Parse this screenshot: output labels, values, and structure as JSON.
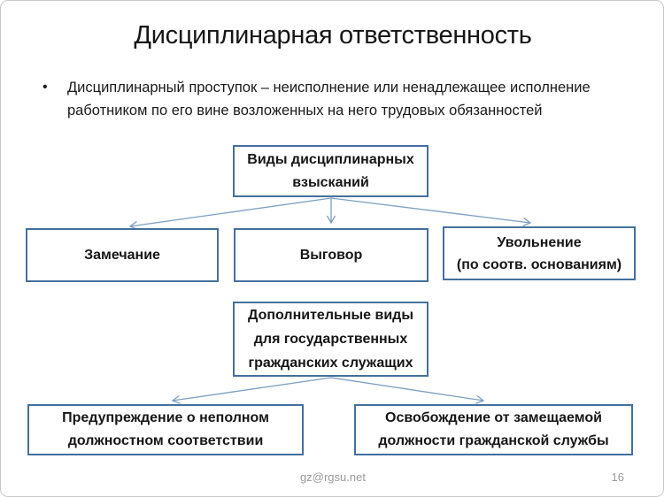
{
  "slide": {
    "title": "Дисциплинарная ответственность",
    "bullet": {
      "marker": "•",
      "lines": [
        "Дисциплинарный проступок – неисполнение или ненадлежащее исполнение",
        "работником по его вине возложенных на него трудовых обязанностей"
      ]
    },
    "footer": {
      "email": "gz@rgsu.net",
      "page_number": "16"
    }
  },
  "diagram": {
    "boxes": {
      "types": {
        "lines": [
          "Виды дисциплинарных",
          "взысканий"
        ]
      },
      "remark": {
        "label": "Замечание"
      },
      "reprimand": {
        "label": "Выговор"
      },
      "dismissal": {
        "lines": [
          "Увольнение",
          "(по соотв. основаниям)"
        ]
      },
      "additional": {
        "lines": [
          "Дополнительные виды",
          "для государственных",
          "гражданских служащих"
        ]
      },
      "warning": {
        "lines": [
          "Предупреждение о неполном",
          "должностном соответствии"
        ]
      },
      "release": {
        "lines": [
          "Освобождение от замещаемой",
          "должности гражданской службы"
        ]
      }
    },
    "colors": {
      "box_border": "#44709d",
      "arrow": "#7d9fc0",
      "title_text": "#161616",
      "footer_text": "#9a9a9a"
    }
  }
}
